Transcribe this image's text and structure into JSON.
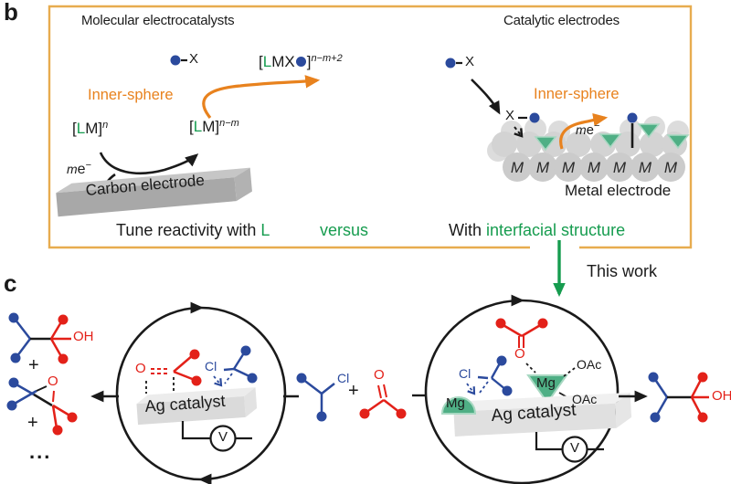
{
  "figure": {
    "panel_b_label": "b",
    "panel_c_label": "c"
  },
  "panel_b": {
    "molecular": {
      "title": "Molecular electrocatalysts",
      "x_label": "X",
      "complex_oxidized": {
        "open": "[",
        "ligand": "L",
        "core": "MX",
        "close": "]",
        "charge": "n−m+2"
      },
      "complex_initial": {
        "open": "[",
        "ligand": "L",
        "core": "M]",
        "charge": "n"
      },
      "complex_reduced": {
        "open": "[",
        "ligand": "L",
        "core": "M]",
        "charge": "n−m"
      },
      "inner_sphere": "Inner-sphere",
      "electron": {
        "m": "m",
        "e": "e",
        "charge": "−"
      },
      "electrode_label": "Carbon electrode",
      "caption": "Tune reactivity with",
      "caption_highlight": "L"
    },
    "versus": "versus",
    "catalytic": {
      "title": "Catalytic electrodes",
      "x_label": "X",
      "surface_x_label": "X",
      "inner_sphere": "Inner-sphere",
      "electron": {
        "m": "m",
        "e": "e",
        "charge": "−"
      },
      "metal_atom": "M",
      "electrode_label": "Metal electrode",
      "caption": "With",
      "caption_highlight": "interfacial structure"
    },
    "this_work": "This work"
  },
  "panel_c": {
    "products": {
      "oh_label": "OH",
      "plus": "+",
      "epoxide_o": "O",
      "ellipsis": "..."
    },
    "left_cycle": {
      "o_label": "O",
      "cl_label": "Cl",
      "catalyst_label": "Ag catalyst",
      "voltmeter_label": "V"
    },
    "reactants": {
      "cl_label": "Cl",
      "plus": "+",
      "o_label": "O"
    },
    "right_cycle": {
      "o_label": "O",
      "cl_label": "Cl",
      "mg_adatom": "Mg",
      "mg_complex": "Mg",
      "oac_top": "OAc",
      "oac_bottom": "OAc",
      "catalyst_label": "Ag catalyst",
      "voltmeter_label": "V"
    },
    "product": {
      "oh_label": "OH"
    }
  },
  "colors": {
    "box_border": "#E7AC4F",
    "orange": "#E8821E",
    "green": "#169C4F",
    "blue": "#2B4A9D",
    "red": "#E32119"
  }
}
